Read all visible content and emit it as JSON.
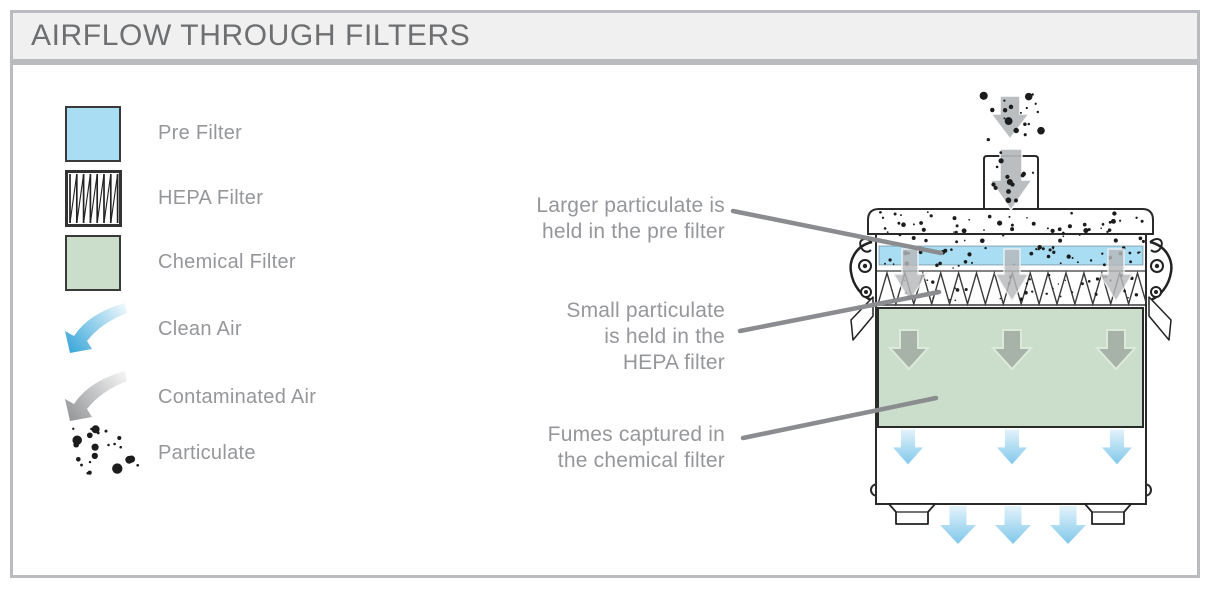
{
  "title": "AIRFLOW THROUGH FILTERS",
  "legend": {
    "items": [
      {
        "label": "Pre Filter"
      },
      {
        "label": "HEPA Filter"
      },
      {
        "label": "Chemical Filter"
      },
      {
        "label": "Clean Air"
      },
      {
        "label": "Contaminated Air"
      },
      {
        "label": "Particulate"
      }
    ]
  },
  "annotations": [
    {
      "text": "Larger particulate is held in the pre filter",
      "target": "pre-filter"
    },
    {
      "text": "Small particulate is held in the HEPA filter",
      "target": "hepa-filter"
    },
    {
      "text": "Fumes captured in the chemical filter",
      "target": "chemical-filter"
    }
  ],
  "colors": {
    "pre_filter": "#a9ddf3",
    "chemical_filter": "#cbdecb",
    "clean_air_tail": "#eef8fd",
    "clean_air_tip": "#3fa9da",
    "contaminated_tail": "#f4f4f4",
    "contaminated_tip": "#97999b",
    "gray_arrow": "#b6b9bb",
    "green_arrow": "#a7b2a9",
    "blue_arrow_tail": "#e3f3fb",
    "blue_arrow_tip": "#7fc7ea",
    "particulate": "#1c1c1c",
    "leader_line": "#8a8c8f",
    "outline": "#2a2a2a",
    "frame_border": "#b9bbbe",
    "titlebar_bg": "#f0f0f1",
    "title_text": "#6d6f71",
    "label_text": "#95979a"
  }
}
